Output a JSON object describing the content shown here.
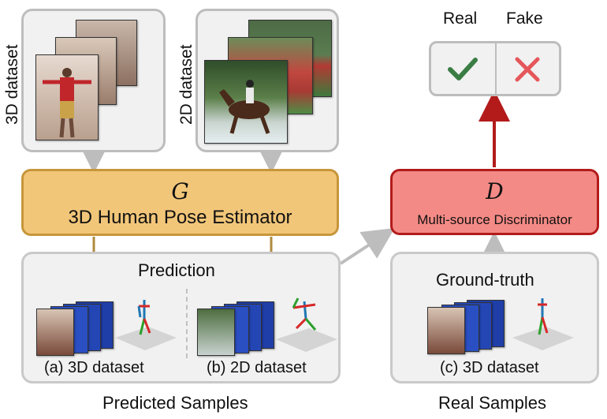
{
  "datasets": {
    "left_label": "3D dataset",
    "right_label": "2D dataset"
  },
  "generator": {
    "symbol": "G",
    "title": "3D Human Pose Estimator"
  },
  "discriminator": {
    "symbol": "D",
    "title": "Multi-source Discriminator"
  },
  "output": {
    "real_label": "Real",
    "fake_label": "Fake"
  },
  "predicted": {
    "heading": "Prediction",
    "sample_a": "(a) 3D dataset",
    "sample_b": "(b) 2D dataset",
    "caption": "Predicted Samples"
  },
  "real": {
    "heading": "Ground-truth",
    "sample_c": "(c) 3D dataset",
    "caption": "Real Samples"
  },
  "colors": {
    "generator_fill": "#f2c679",
    "generator_border": "#c7963a",
    "discriminator_fill": "#f48a85",
    "discriminator_border": "#b31b1b",
    "check": "#3a7d44",
    "cross": "#e5575a",
    "arrow_red": "#b31b1b",
    "arrow_gold": "#b08a3e",
    "arrow_gray": "#bdbdbd"
  }
}
